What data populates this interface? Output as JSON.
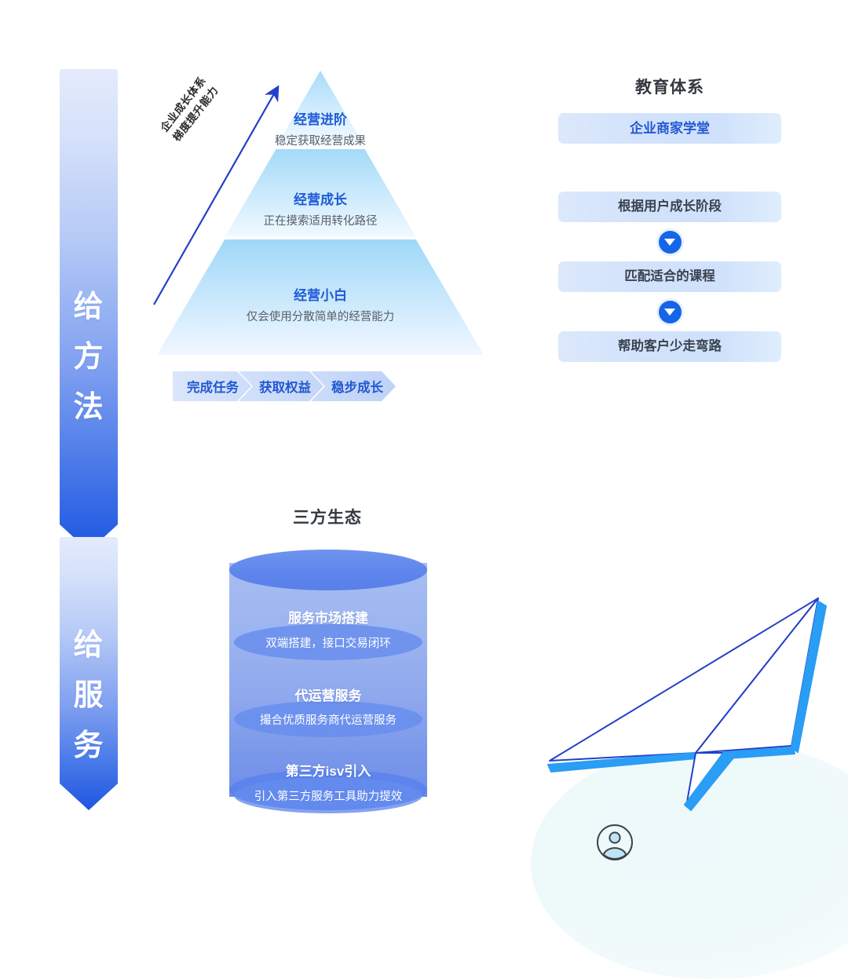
{
  "banners": [
    {
      "id": "give-method",
      "chars": [
        "给",
        "方",
        "法"
      ]
    },
    {
      "id": "give-service",
      "chars": [
        "给",
        "服",
        "务"
      ]
    }
  ],
  "pyramid": {
    "axis_label_line1": "企业成长体系",
    "axis_label_line2": "梯度提升能力",
    "tiers": [
      {
        "title": "经营进阶",
        "desc": "稳定获取经营成果"
      },
      {
        "title": "经营成长",
        "desc": "正在摸索适用转化路径"
      },
      {
        "title": "经营小白",
        "desc": "仅会使用分散简单的经营能力"
      }
    ]
  },
  "steps": [
    {
      "label": "完成任务"
    },
    {
      "label": "获取权益"
    },
    {
      "label": "稳步成长"
    }
  ],
  "education": {
    "title": "教育体系",
    "primary": "企业商家学堂",
    "flow": [
      {
        "label": "根据用户成长阶段"
      },
      {
        "label": "匹配适合的课程"
      },
      {
        "label": "帮助客户少走弯路"
      }
    ]
  },
  "ecosystem": {
    "title": "三方生态",
    "layers": [
      {
        "title": "服务市场搭建",
        "desc": "双端搭建，接口交易闭环"
      },
      {
        "title": "代运营服务",
        "desc": "撮合优质服务商代运营服务"
      },
      {
        "title": "第三方isv引入",
        "desc": "引入第三方服务工具助力提效"
      }
    ]
  },
  "colors": {
    "accent_blue": "#1e56e0",
    "tier_title": "#1f5bd6",
    "chevron_text": "#2259cf",
    "section_title": "#333840",
    "plane_outline": "#2340c8",
    "plane_fold": "#2a9df4"
  }
}
